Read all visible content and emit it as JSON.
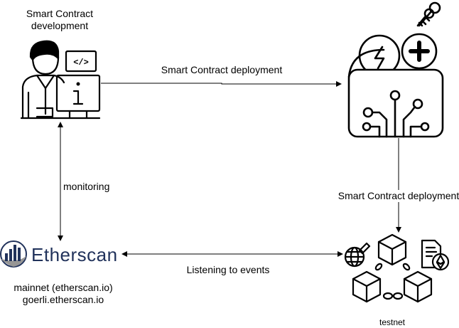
{
  "nodes": {
    "developer": {
      "label_line1": "Smart Contract",
      "label_line2": "development",
      "icon": "developer-at-computer-icon"
    },
    "wallet": {
      "icon": "crypto-wallet-with-keys-icon"
    },
    "etherscan": {
      "logo_text": "Etherscan",
      "label_line1": "mainnet (etherscan.io)",
      "label_line2": "goerli.etherscan.io",
      "icon": "etherscan-logo"
    },
    "testnet": {
      "label": "testnet",
      "icon": "blockchain-network-icon"
    }
  },
  "edges": {
    "dev_to_wallet": {
      "label": "Smart Contract deployment"
    },
    "wallet_to_testnet": {
      "label": "Smart Contract deployment"
    },
    "dev_etherscan": {
      "label": "monitoring"
    },
    "etherscan_testnet": {
      "label": "Listening to events"
    }
  },
  "colors": {
    "stroke": "#000000",
    "background": "#ffffff",
    "etherscan_blue": "#21325b",
    "etherscan_gray": "#979695"
  }
}
